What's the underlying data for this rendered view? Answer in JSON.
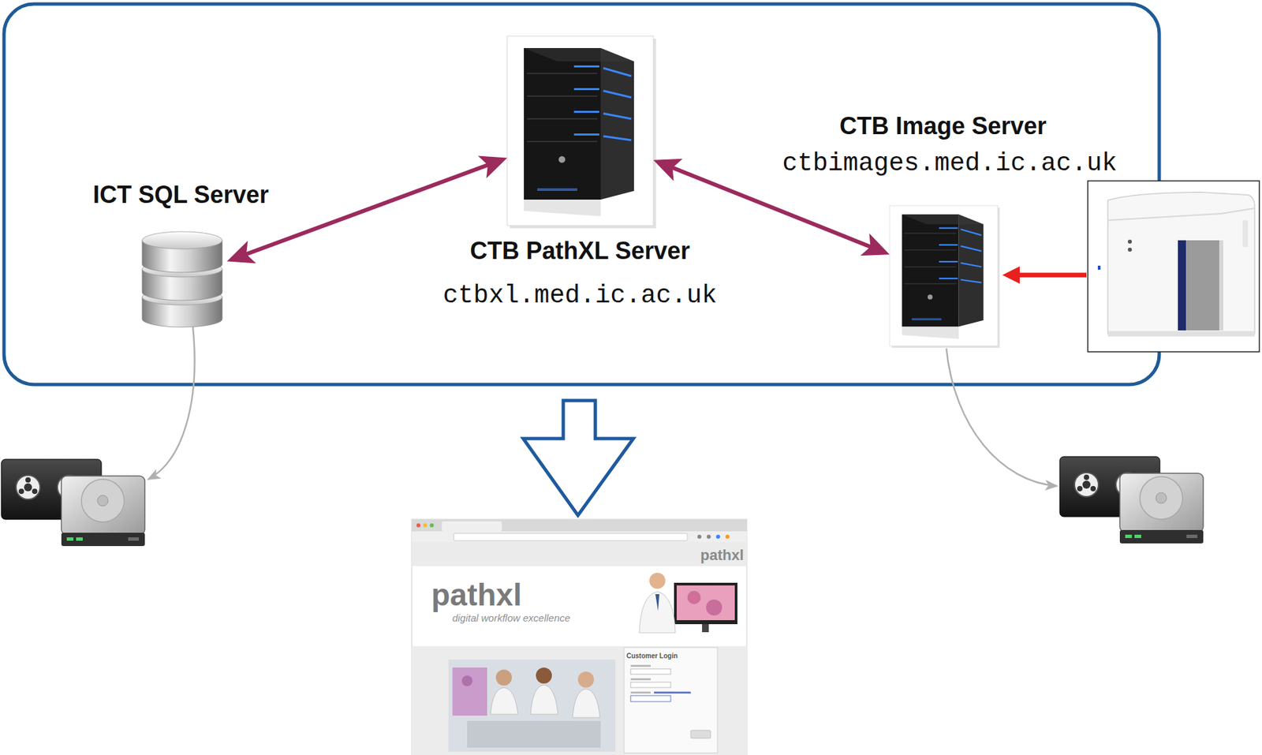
{
  "diagram": {
    "nodes": [
      {
        "text": [
          "ICT SQL Server"
        ]
      },
      {
        "text": [
          "CTB PathXL Server",
          "ctbxl.med.ic.ac.uk"
        ]
      },
      {
        "text": [
          "CTB Image Server",
          "ctbimages.med.ic.ac.uk"
        ]
      }
    ],
    "edges": [
      {
        "from": 0,
        "to": 1,
        "arrow": "both"
      },
      {
        "from": 1,
        "to": 2,
        "arrow": "both"
      }
    ],
    "labels": [
      "pathxl",
      "pathxl",
      "digital workflow excellence",
      "Customer Login"
    ]
  }
}
